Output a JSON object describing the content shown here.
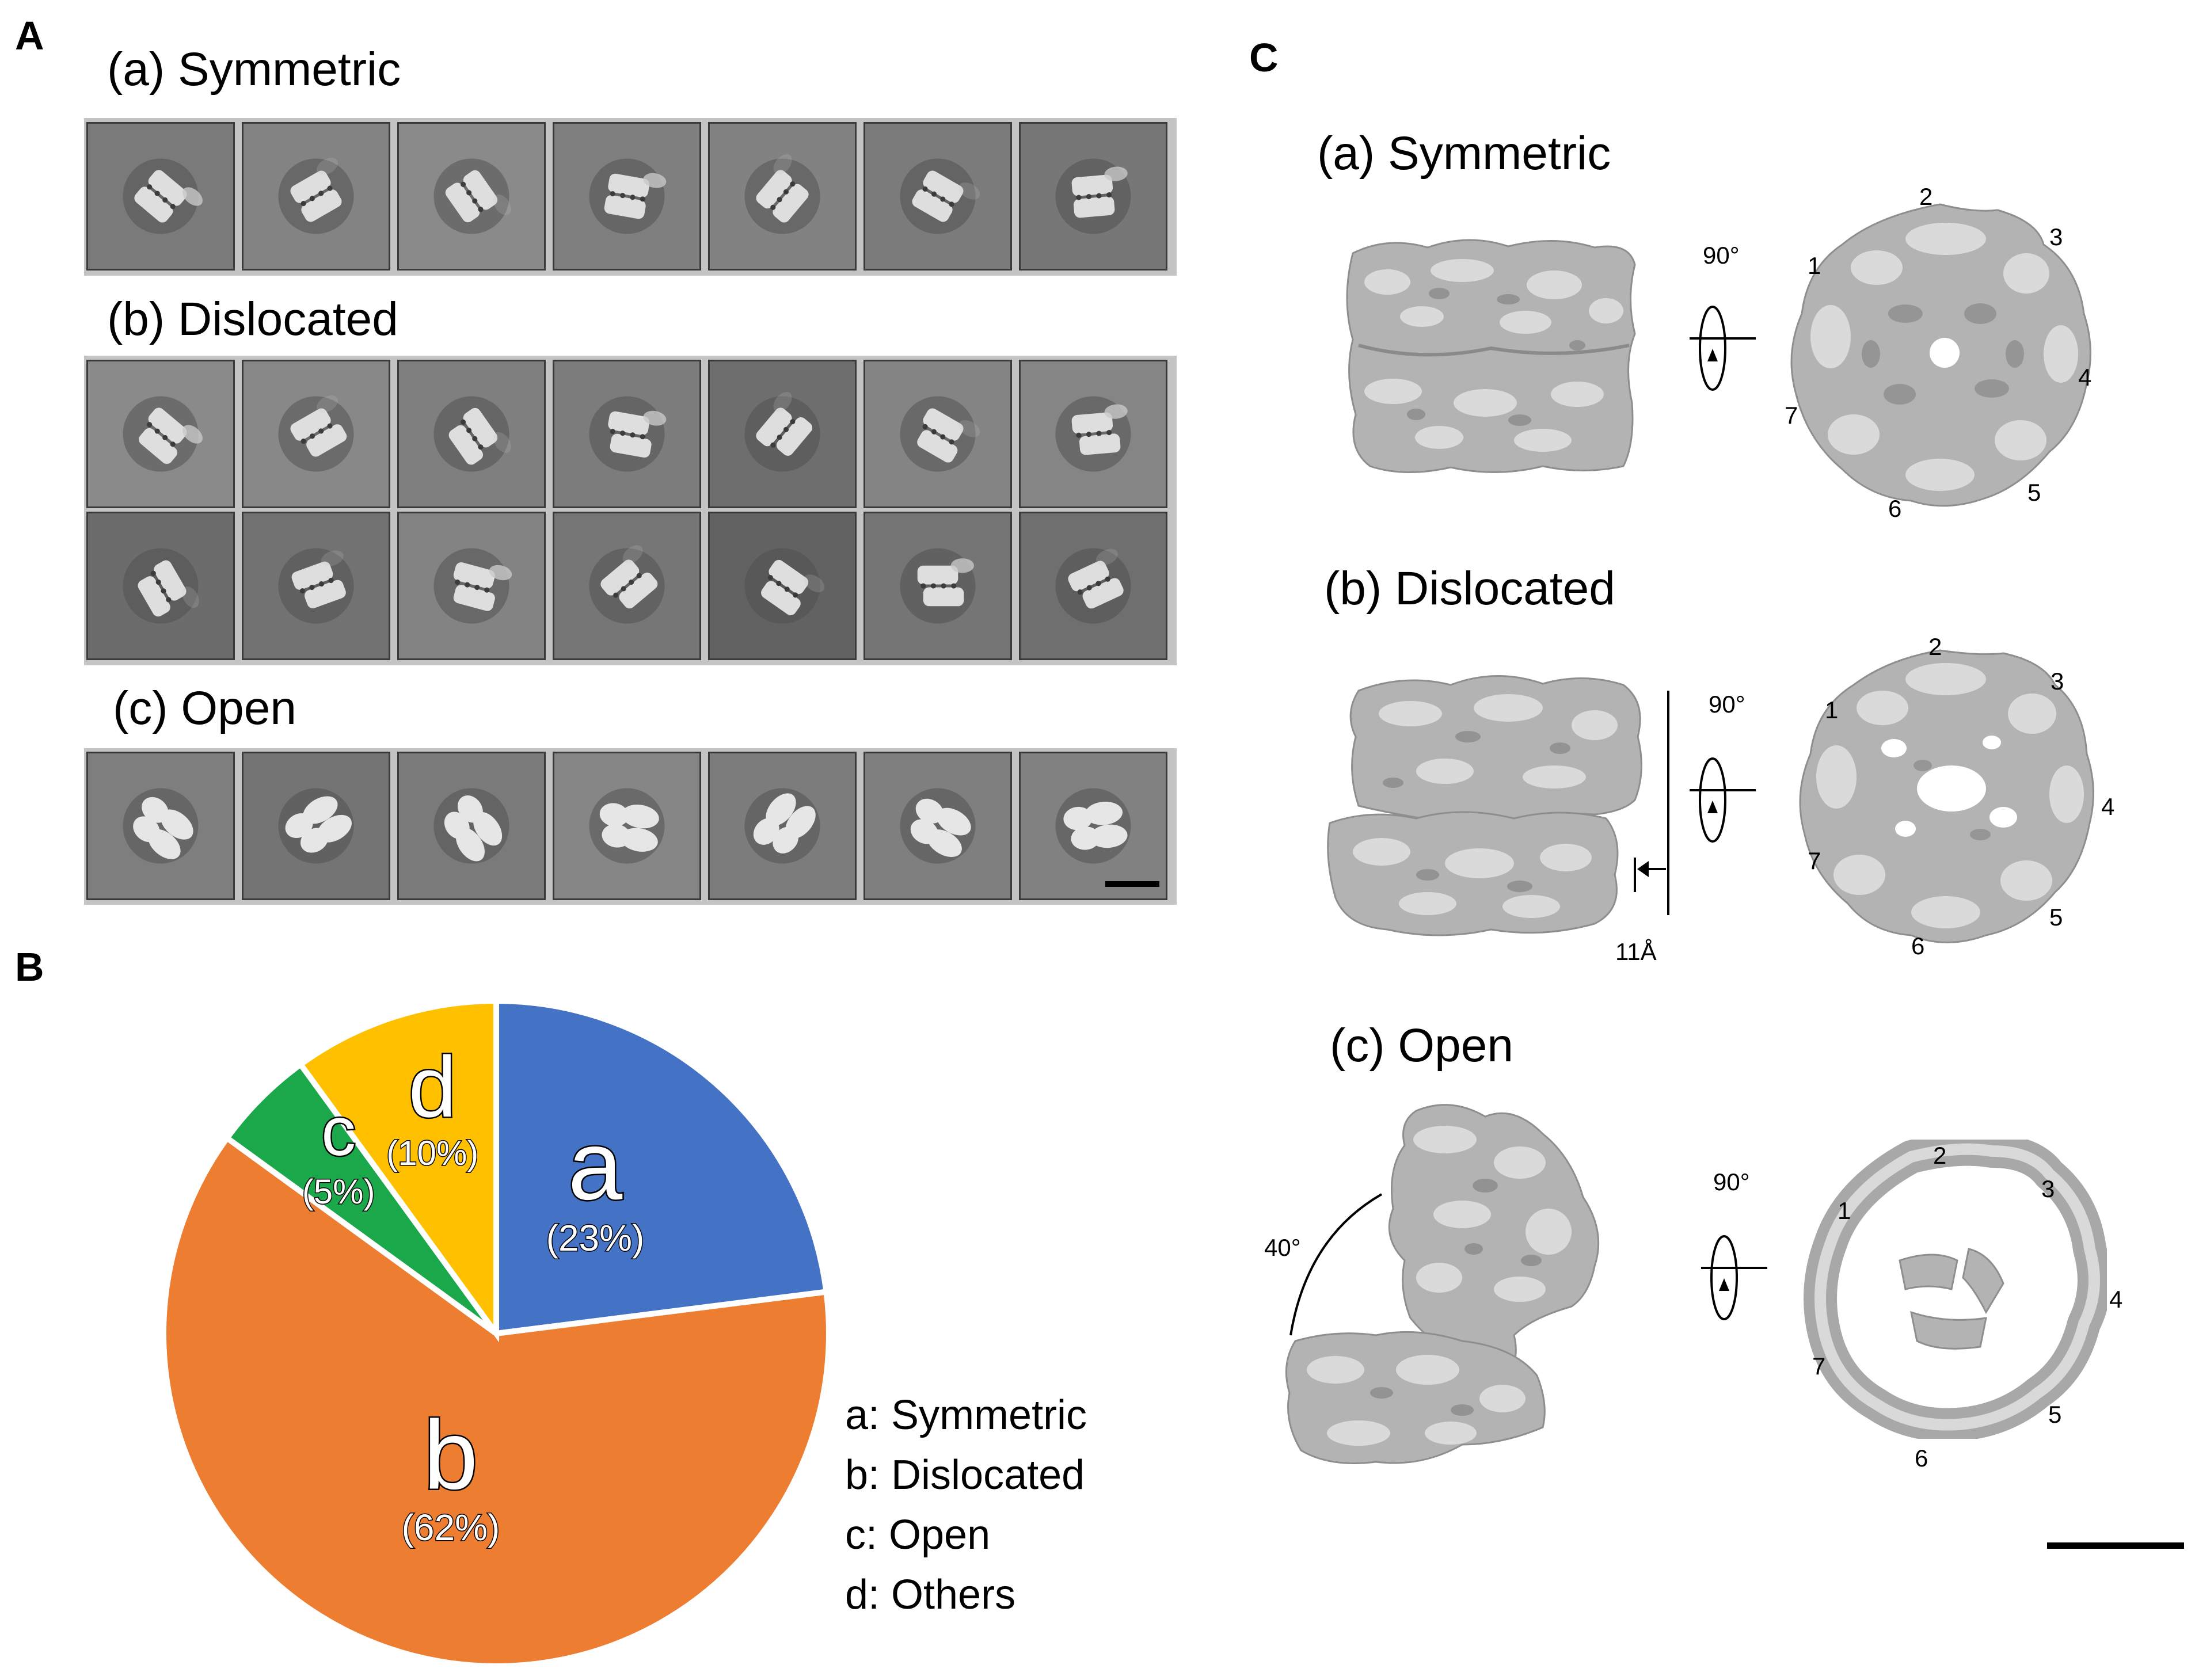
{
  "panels": {
    "A": "A",
    "B": "B",
    "C": "C"
  },
  "panel_a": {
    "rows": [
      {
        "title": "(a) Symmetric"
      },
      {
        "title": "(b) Dislocated"
      },
      {
        "title": "(c) Open"
      }
    ]
  },
  "chart_data": {
    "type": "pie",
    "slices": [
      {
        "letter": "a",
        "label": "a: Symmetric",
        "value": 23,
        "text": "(23%)",
        "color": "#4472c4"
      },
      {
        "letter": "b",
        "label": "b: Dislocated",
        "value": 62,
        "text": "(62%)",
        "color": "#ed7d31"
      },
      {
        "letter": "c",
        "label": "c: Open",
        "value": 5,
        "text": "(5%)",
        "color": "#1aa84b"
      },
      {
        "letter": "d",
        "label": "d: Others",
        "value": 10,
        "text": "(10%)",
        "color": "#ffc000"
      }
    ],
    "legend_placement": "right"
  },
  "panel_c": {
    "maps": [
      {
        "title": "(a) Symmetric",
        "rotation": "90°",
        "subunits": [
          "1",
          "2",
          "3",
          "4",
          "5",
          "6",
          "7"
        ]
      },
      {
        "title": "(b) Dislocated",
        "rotation": "90°",
        "shift": "11Å",
        "subunits": [
          "1",
          "2",
          "3",
          "4",
          "5",
          "6",
          "7"
        ]
      },
      {
        "title": "(c) Open",
        "rotation": "90°",
        "angle": "40°",
        "subunits": [
          "1",
          "2",
          "3",
          "4",
          "5",
          "6",
          "7"
        ]
      }
    ]
  }
}
